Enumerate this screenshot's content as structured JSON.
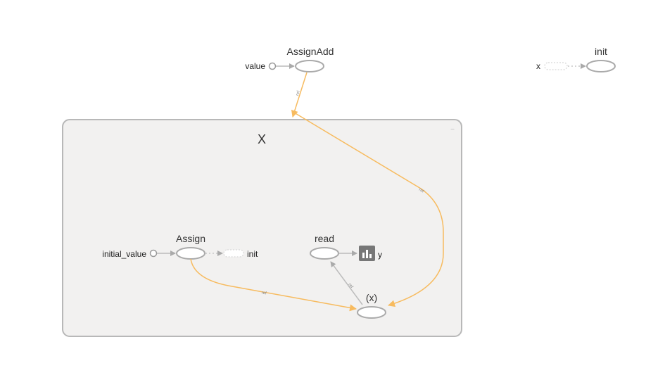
{
  "scope": {
    "title": "X",
    "expand_glyph": "−"
  },
  "nodes": {
    "assign_add": {
      "label": "AssignAdd",
      "input_label": "value"
    },
    "init_top": {
      "label": "init",
      "input_label": "x"
    },
    "assign": {
      "label": "Assign",
      "input_label": "initial_value",
      "output_label": "init"
    },
    "read": {
      "label": "read",
      "output_label": "y"
    },
    "x_var": {
      "label": "(x)"
    }
  },
  "edges": {
    "assignadd_tag": "ref",
    "long_tag": "ref",
    "assign_tag": "ref",
    "read_tag": "ref"
  },
  "colors": {
    "reference_edge": "#f7bb5f",
    "data_edge": "#bbbbbb",
    "scope_fill": "#f2f1f0"
  },
  "icons": {
    "summary": "bar-chart-icon"
  }
}
